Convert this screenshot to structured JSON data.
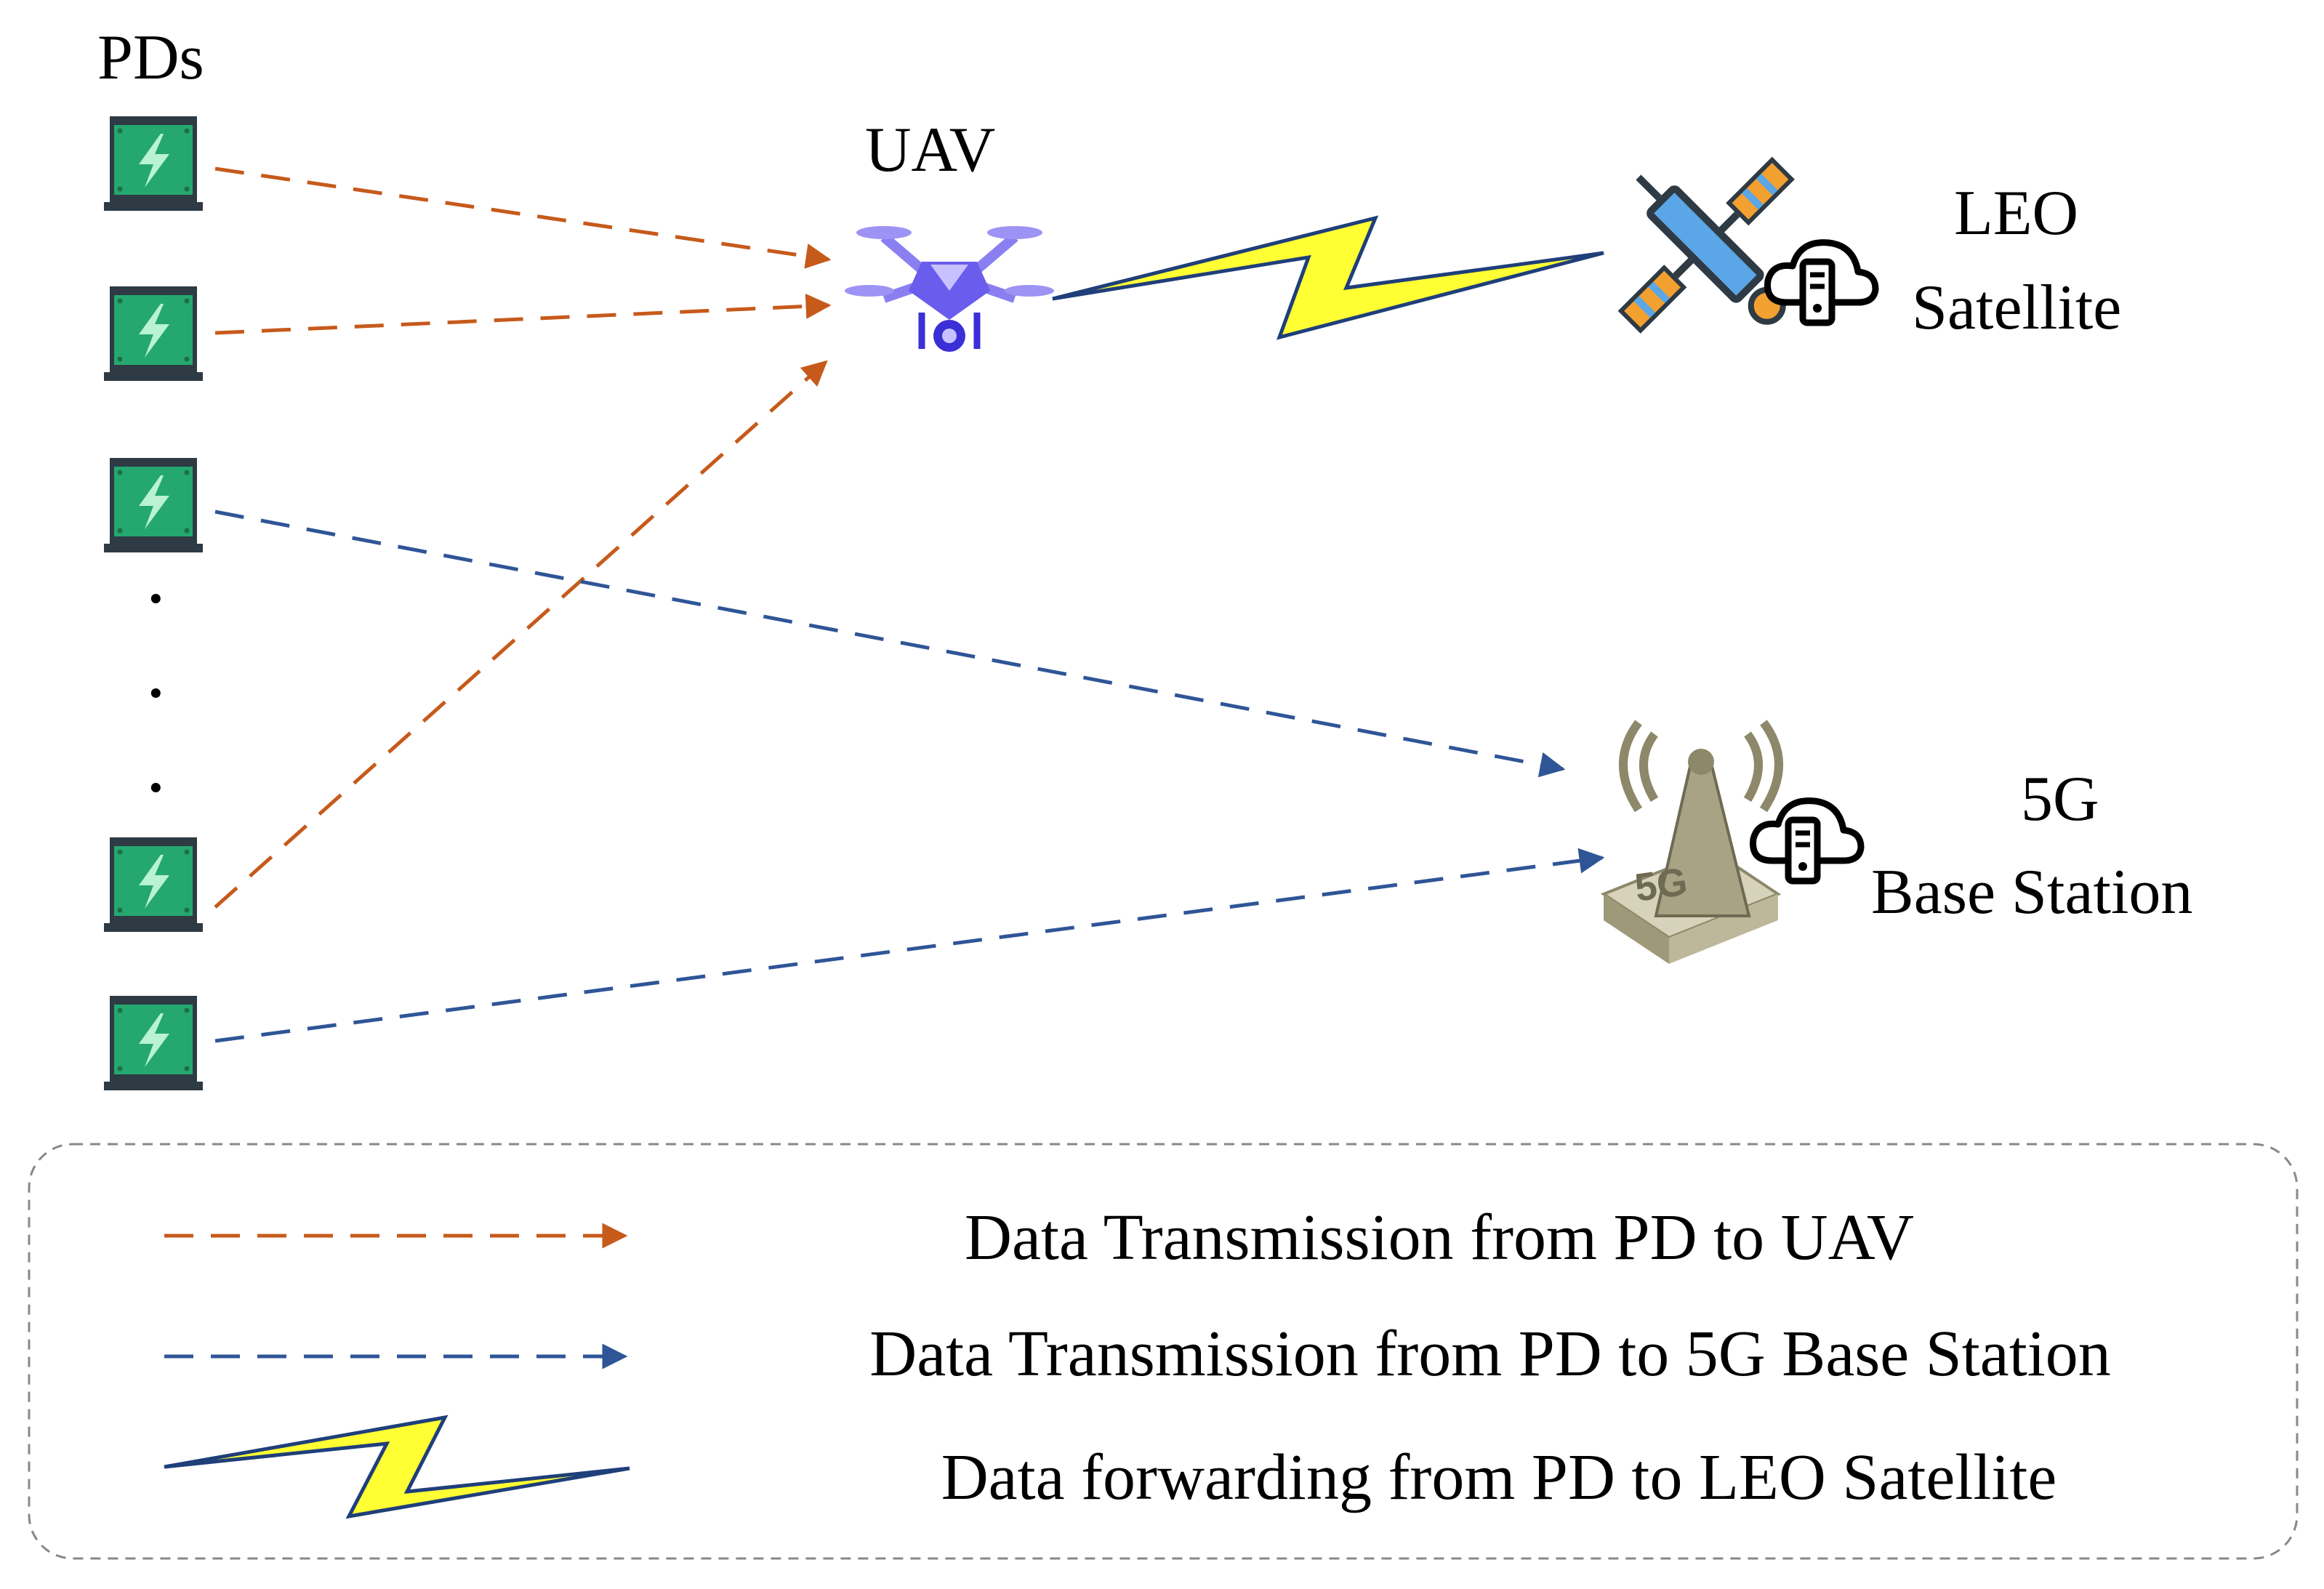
{
  "labels": {
    "pds": "PDs",
    "uav": "UAV",
    "leo_line1": "LEO",
    "leo_line2": "Satellite",
    "bs_line1": "5G",
    "bs_line2": "Base Station",
    "bs_tower_text": "5G",
    "dots": [
      "·",
      "·",
      "·"
    ]
  },
  "legend": {
    "items": [
      {
        "text": "Data Transmission from PD to UAV",
        "style": "dashed-arrow",
        "color": "#c65a1b"
      },
      {
        "text": "Data Transmission from PD to 5G Base Station",
        "style": "dashed-arrow",
        "color": "#2f5597"
      },
      {
        "text": "Data forwarding from PD to LEO Satellite",
        "style": "lightning",
        "color": "#ffff33"
      }
    ]
  },
  "colors": {
    "to_uav": "#c65a1b",
    "to_bs": "#2f5597",
    "lightning_fill": "#ffff33",
    "lightning_stroke": "#1f3f7a",
    "pd_green": "#25a86f",
    "pd_dark": "#2e3a44",
    "uav_purple": "#7b6cf2",
    "tower_khaki": "#bdb89a"
  },
  "icons": {
    "pd": "battery-charging-device-icon",
    "uav": "drone-icon",
    "satellite": "satellite-icon",
    "cloud_server": "cloud-server-icon",
    "tower": "5g-tower-icon"
  }
}
